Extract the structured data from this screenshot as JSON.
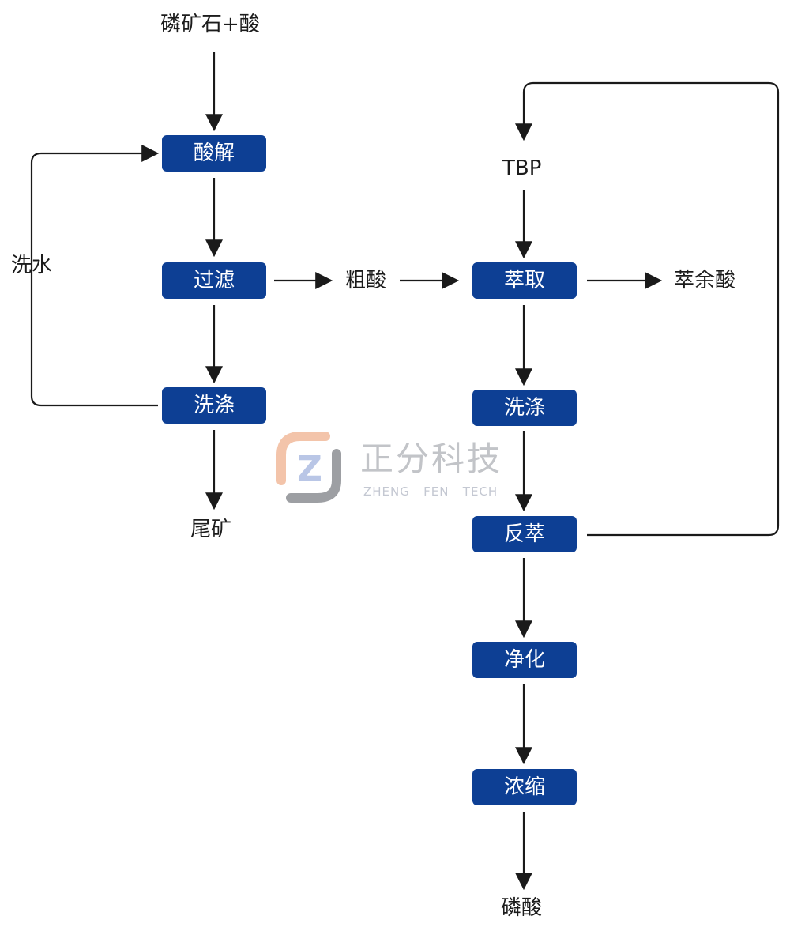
{
  "diagram": {
    "inputs": {
      "ore_acid": "磷矿石+酸",
      "tbp": "TBP"
    },
    "left_steps": {
      "acid_leach": "酸解",
      "filter": "过滤",
      "wash": "洗涤"
    },
    "right_steps": {
      "extract": "萃取",
      "wash": "洗涤",
      "strip": "反萃",
      "purify": "净化",
      "concentrate": "浓缩"
    },
    "labels": {
      "wash_water": "洗水",
      "tailings": "尾矿",
      "crude_acid": "粗酸",
      "raffinate": "萃余酸",
      "phosphoric_acid": "磷酸"
    },
    "colors": {
      "box_fill": "#0d3f94",
      "box_text": "#ffffff",
      "line": "#1a1a1a"
    }
  },
  "watermark": {
    "name_cn": "正分科技",
    "name_en": "ZHENG   FEN   TECH",
    "logo_letter": "Z"
  }
}
